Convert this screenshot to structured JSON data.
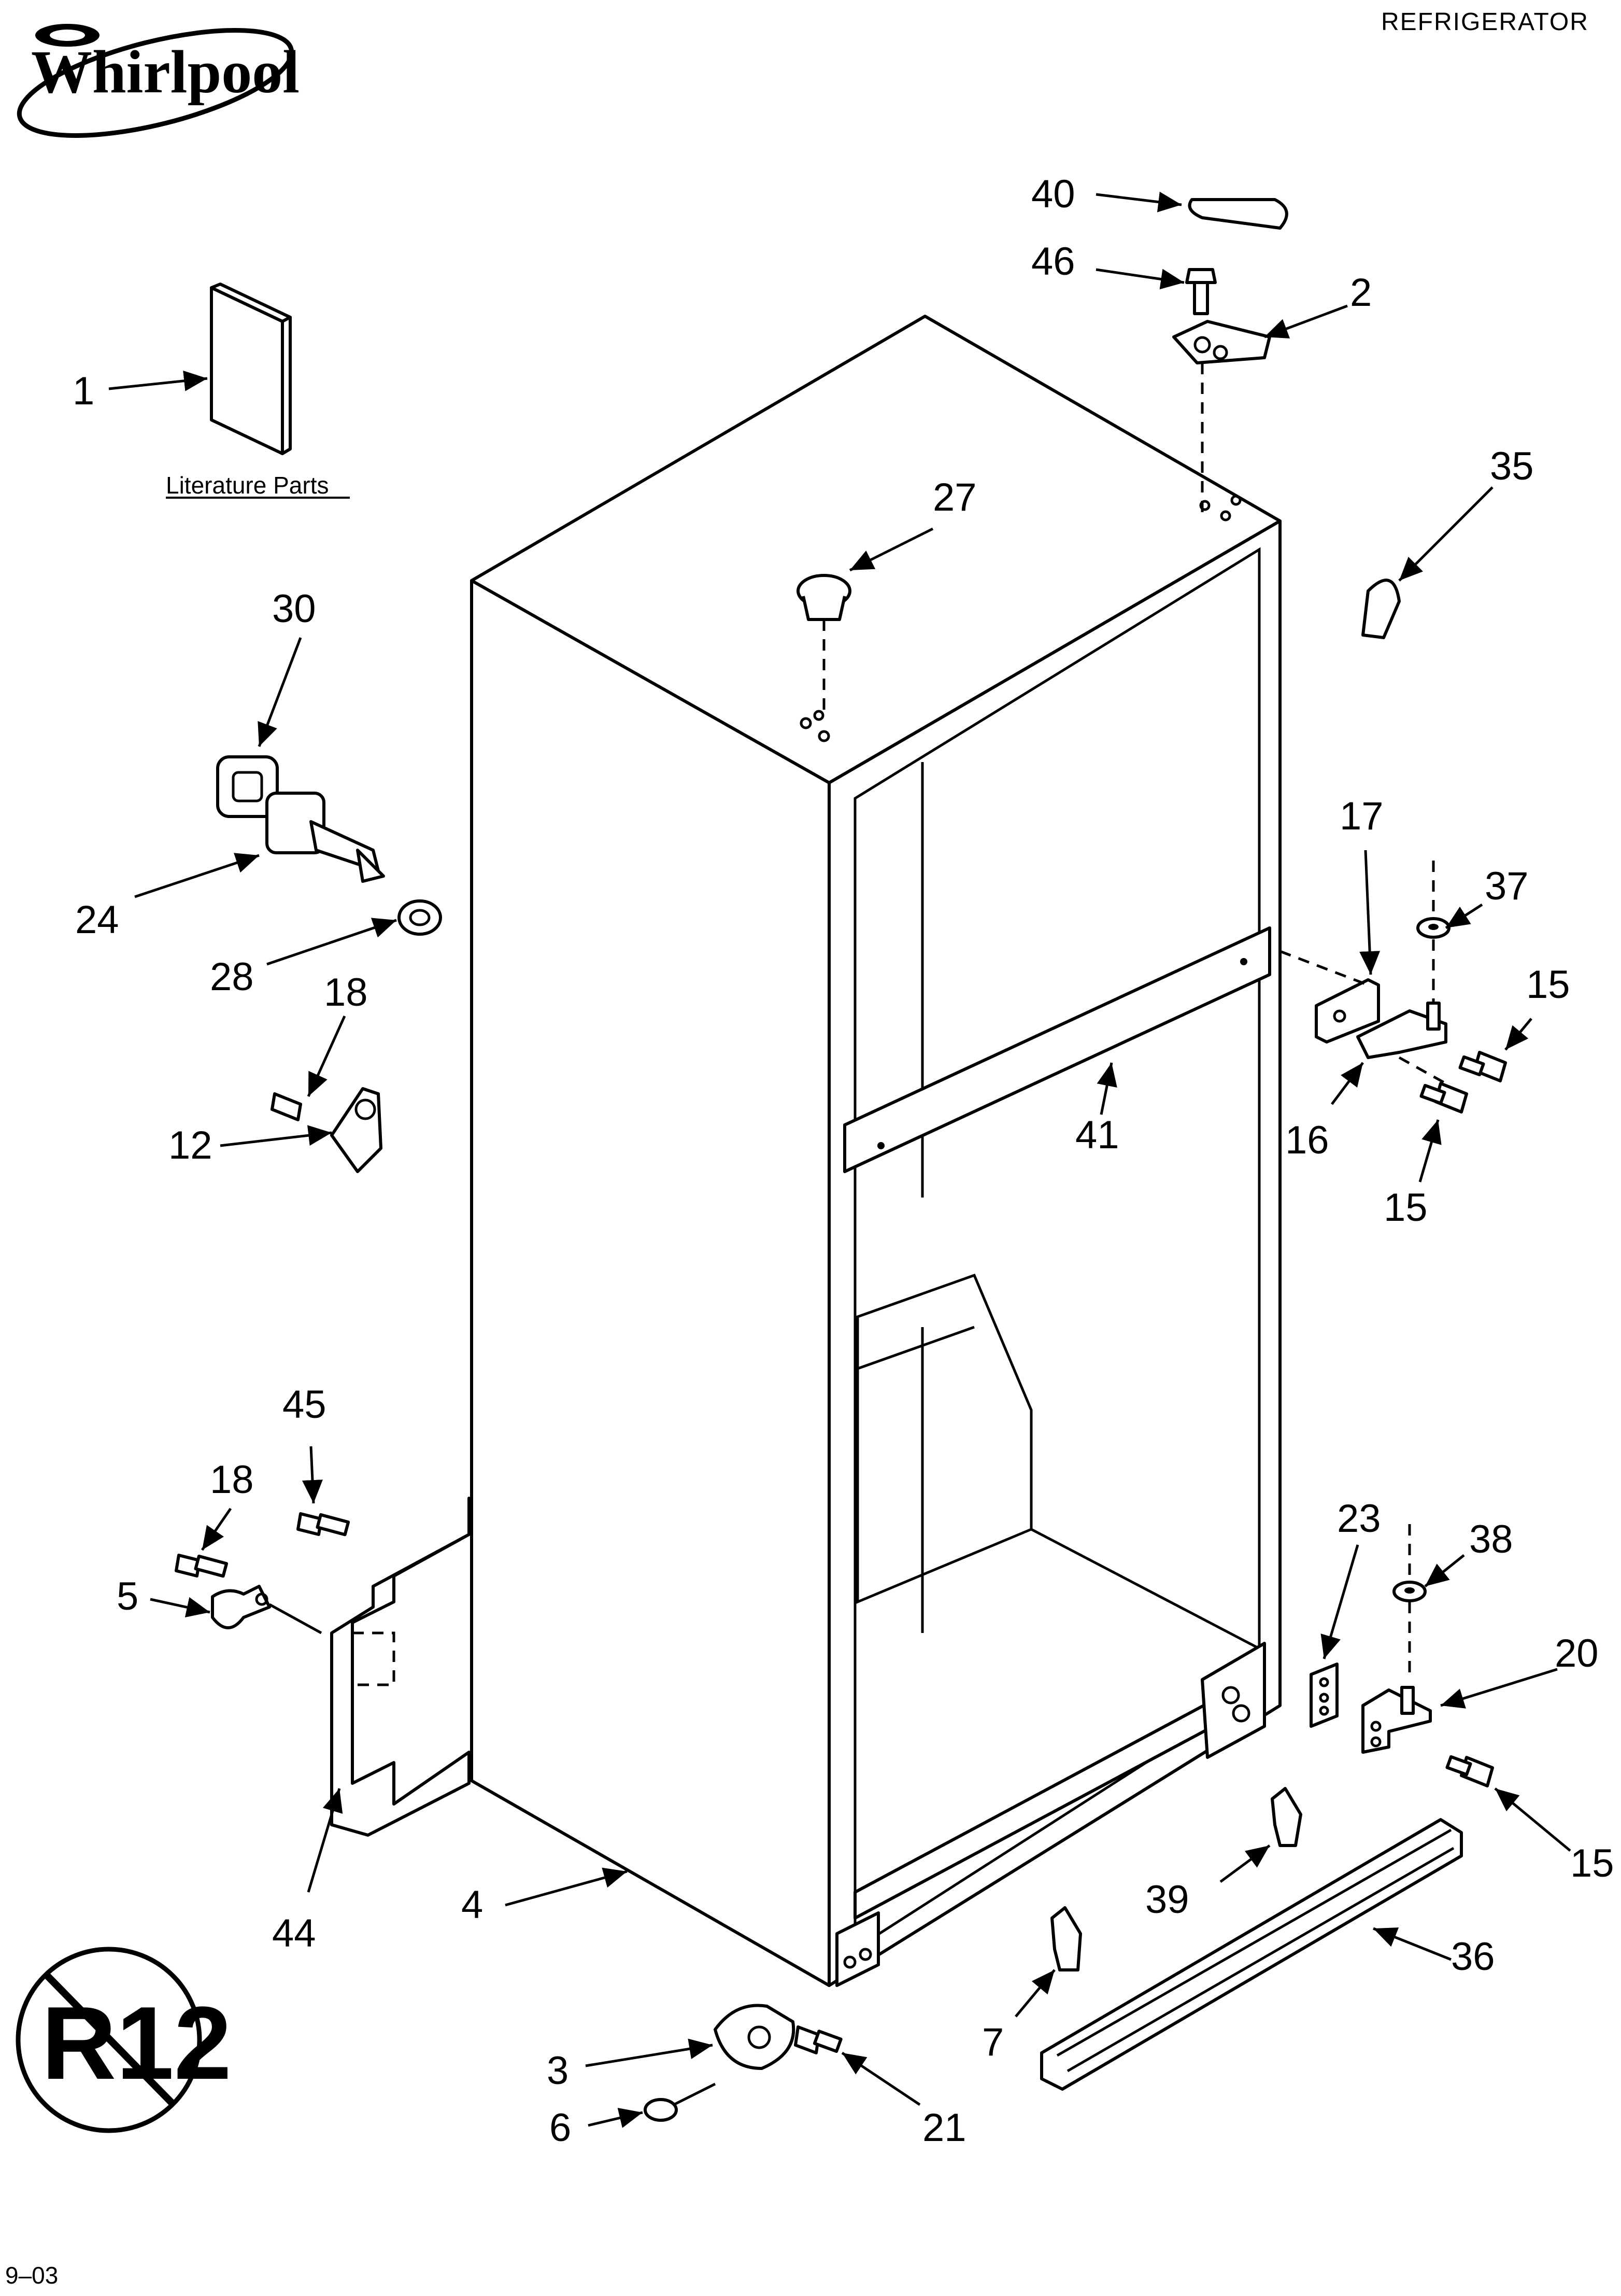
{
  "header": {
    "brand": "Whirlpool",
    "section": "REFRIGERATOR"
  },
  "literature_caption": "Literature Parts",
  "footer": {
    "date_code": "9–03"
  },
  "no_r12_badge": "R12",
  "part_labels": [
    {
      "key": "p40",
      "text": "40"
    },
    {
      "key": "p46",
      "text": "46"
    },
    {
      "key": "p2",
      "text": "2"
    },
    {
      "key": "p1",
      "text": "1"
    },
    {
      "key": "p35",
      "text": "35"
    },
    {
      "key": "p27",
      "text": "27"
    },
    {
      "key": "p30",
      "text": "30"
    },
    {
      "key": "p24",
      "text": "24"
    },
    {
      "key": "p28",
      "text": "28"
    },
    {
      "key": "p18a",
      "text": "18"
    },
    {
      "key": "p12",
      "text": "12"
    },
    {
      "key": "p17",
      "text": "17"
    },
    {
      "key": "p37",
      "text": "37"
    },
    {
      "key": "p15a",
      "text": "15"
    },
    {
      "key": "p41",
      "text": "41"
    },
    {
      "key": "p16",
      "text": "16"
    },
    {
      "key": "p15b",
      "text": "15"
    },
    {
      "key": "p45",
      "text": "45"
    },
    {
      "key": "p18b",
      "text": "18"
    },
    {
      "key": "p5",
      "text": "5"
    },
    {
      "key": "p23",
      "text": "23"
    },
    {
      "key": "p38",
      "text": "38"
    },
    {
      "key": "p20",
      "text": "20"
    },
    {
      "key": "p15c",
      "text": "15"
    },
    {
      "key": "p39",
      "text": "39"
    },
    {
      "key": "p36",
      "text": "36"
    },
    {
      "key": "p44",
      "text": "44"
    },
    {
      "key": "p4",
      "text": "4"
    },
    {
      "key": "p7",
      "text": "7"
    },
    {
      "key": "p3",
      "text": "3"
    },
    {
      "key": "p6",
      "text": "6"
    },
    {
      "key": "p21",
      "text": "21"
    }
  ]
}
